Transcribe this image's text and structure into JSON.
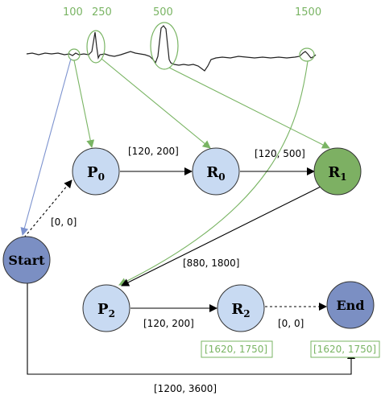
{
  "signal_ticks": [
    "100",
    "250",
    "500",
    "1500"
  ],
  "nodes": {
    "p0": {
      "base": "P",
      "sub": "0"
    },
    "r0": {
      "base": "R",
      "sub": "0"
    },
    "r1": {
      "base": "R",
      "sub": "1"
    },
    "start": {
      "label": "Start"
    },
    "p2": {
      "base": "P",
      "sub": "2"
    },
    "r2": {
      "base": "R",
      "sub": "2"
    },
    "end": {
      "label": "End"
    }
  },
  "edge_labels": {
    "p0_r0": "[120, 200]",
    "r0_r1": "[120, 500]",
    "start_p0": "[0, 0]",
    "r1_p2": "[880, 1800]",
    "p2_r2": "[120, 200]",
    "r2_end": "[0, 0]",
    "start_end": "[1200, 3600]"
  },
  "constraint_boxes": {
    "r2": "[1620, 1750]",
    "end": "[1620, 1750]"
  },
  "colors": {
    "light_node": "#c8daf2",
    "green_node": "#7db063",
    "dark_node": "#7b8fc3",
    "green": "#79b463",
    "blue_arrow": "#7d93cf"
  }
}
